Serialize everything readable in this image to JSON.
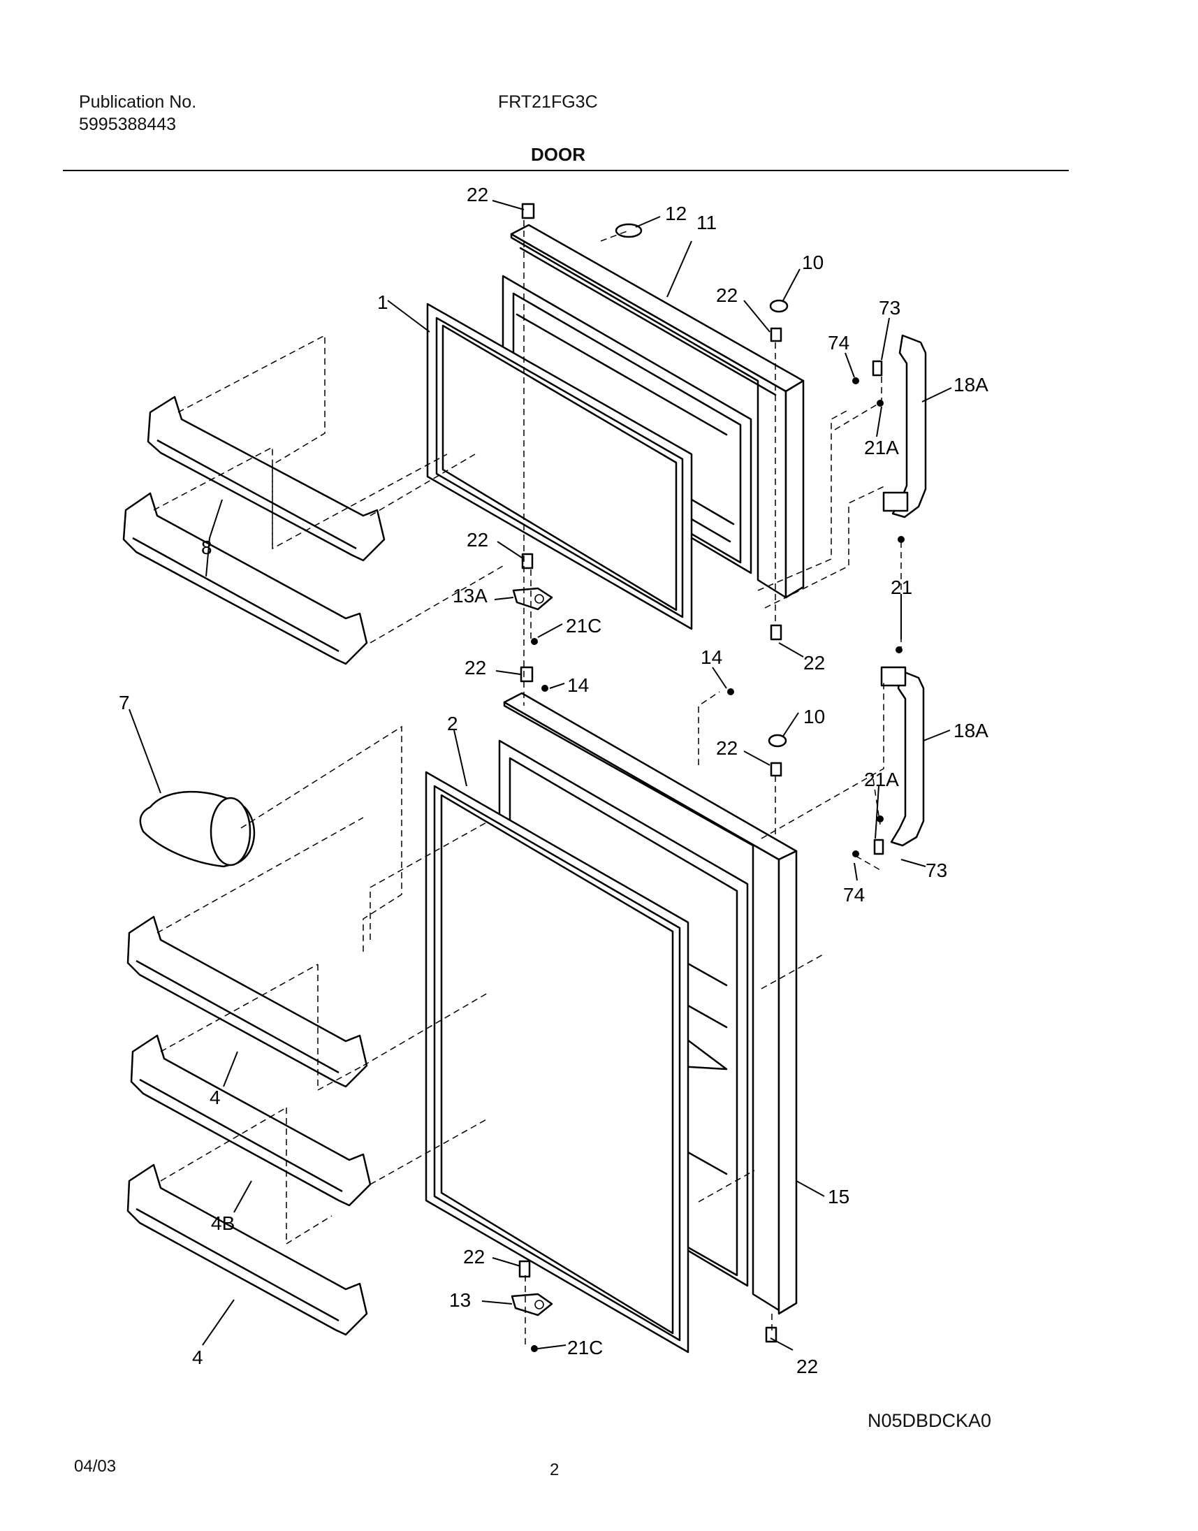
{
  "header": {
    "publication_label": "Publication No.",
    "publication_number": "5995388443",
    "model": "FRT21FG3C",
    "section": "DOOR"
  },
  "footer": {
    "date": "04/03",
    "page": "2",
    "diagram_code": "N05DBDCKA0"
  },
  "callouts": {
    "c1": "1",
    "c2": "2",
    "c4a": "4",
    "c4b": "4",
    "c4B": "4B",
    "c7": "7",
    "c8": "8",
    "c10a": "10",
    "c10b": "10",
    "c11": "11",
    "c12": "12",
    "c13": "13",
    "c13A": "13A",
    "c14a": "14",
    "c14b": "14",
    "c15": "15",
    "c18Aa": "18A",
    "c18Ab": "18A",
    "c21": "21",
    "c21Aa": "21A",
    "c21Ab": "21A",
    "c21Ca": "21C",
    "c21Cb": "21C",
    "c22a": "22",
    "c22b": "22",
    "c22c": "22",
    "c22d": "22",
    "c22e": "22",
    "c22f": "22",
    "c22g": "22",
    "c22h": "22",
    "c73a": "73",
    "c73b": "73",
    "c74a": "74",
    "c74b": "74"
  }
}
